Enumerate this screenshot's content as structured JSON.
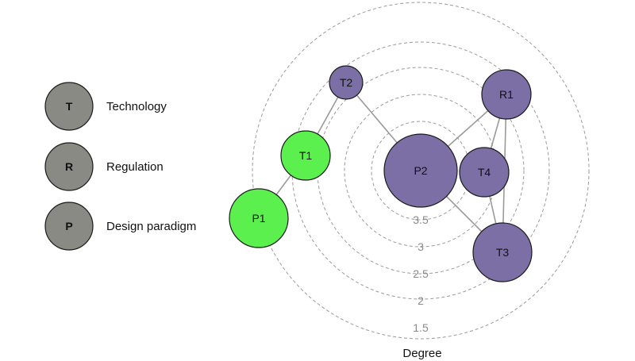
{
  "legend": {
    "items": [
      {
        "letter": "T",
        "label": "Technology"
      },
      {
        "letter": "R",
        "label": "Regulation"
      },
      {
        "letter": "P",
        "label": "Design paradigm"
      }
    ]
  },
  "axis": {
    "title": "Degree",
    "ring_labels": [
      "3.5",
      "3",
      "2.5",
      "2",
      "1.5"
    ]
  },
  "colors": {
    "legend_fill": "#8a8a84",
    "purple": "#7b6fa6",
    "green": "#5cf04f",
    "ring": "#9a9a9a",
    "edge": "#9a9a9a"
  },
  "nodes": [
    {
      "id": "T2",
      "label": "T2",
      "color": "purple"
    },
    {
      "id": "R1",
      "label": "R1",
      "color": "purple"
    },
    {
      "id": "T1",
      "label": "T1",
      "color": "green"
    },
    {
      "id": "P2",
      "label": "P2",
      "color": "purple"
    },
    {
      "id": "T4",
      "label": "T4",
      "color": "purple"
    },
    {
      "id": "P1",
      "label": "P1",
      "color": "green"
    },
    {
      "id": "T3",
      "label": "T3",
      "color": "purple"
    }
  ],
  "edges": [
    [
      "T2",
      "T1"
    ],
    [
      "T2",
      "P2"
    ],
    [
      "T1",
      "P1"
    ],
    [
      "R1",
      "P2"
    ],
    [
      "R1",
      "T4"
    ],
    [
      "R1",
      "T3"
    ],
    [
      "T4",
      "T3"
    ],
    [
      "P2",
      "T3"
    ]
  ]
}
